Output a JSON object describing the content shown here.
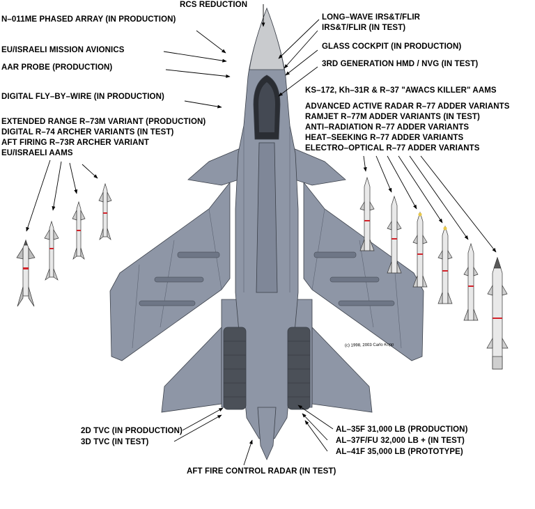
{
  "labels": {
    "rcs_reduction": "RCS REDUCTION",
    "n011me": "N–011ME PHASED ARRAY (IN PRODUCTION)",
    "eu_avionics": "EU/ISRAELI MISSION AVIONICS",
    "aar_probe": "AAR PROBE (PRODUCTION)",
    "fly_by_wire": "DIGITAL FLY–BY–WIRE (IN PRODUCTION)",
    "r73m": "EXTENDED RANGE R–73M VARIANT (PRODUCTION)",
    "r74": "DIGITAL R–74 ARCHER VARIANTS (IN TEST)",
    "r73r": "AFT FIRING R–73R ARCHER VARIANT",
    "eu_aams": "EU/ISRAELI AAMS",
    "lw_irst": "LONG–WAVE IRS&T/FLIR",
    "irst_test": "IRS&T/FLIR (IN TEST)",
    "glass_cockpit": "GLASS COCKPIT (IN PRODUCTION)",
    "hmd": "3RD GENERATION HMD / NVG (IN TEST)",
    "awacs_killer": "KS–172, Kh–31R & R–37 \"AWACS KILLER\" AAMS",
    "r77_active": "ADVANCED ACTIVE RADAR R–77 ADDER VARIANTS",
    "r77m_ramjet": "RAMJET R–77M ADDER VARIANTS (IN TEST)",
    "r77_antirad": "ANTI–RADIATION R–77 ADDER VARIANTS",
    "r77_heat": "HEAT–SEEKING R–77 ADDER VARIANTS",
    "r77_eo": "ELECTRO–OPTICAL R–77 ADDER VARIANTS",
    "tvc_2d": "2D TVC (IN PRODUCTION)",
    "tvc_3d": "3D TVC (IN TEST)",
    "al35f": "AL–35F 31,000 LB (PRODUCTION)",
    "al37f": "AL–37F/FU 32,000 LB + (IN TEST)",
    "al41f": "AL–41F 35,000 LB (PROTOTYPE)",
    "aft_radar": "AFT FIRE CONTROL RADAR (IN TEST)"
  },
  "copyright": "(c) 1998, 2003 Carlo Kopp",
  "colors": {
    "airframe": "#8e96a6",
    "airframe_dark": "#747c8c",
    "radome": "#c9cbce",
    "canopy": "#2a2d33",
    "missile_body": "#e9e9e9",
    "missile_band": "#d2222a",
    "seeker_yellow": "#e8c84a",
    "seeker_dark": "#5a5a5a"
  }
}
